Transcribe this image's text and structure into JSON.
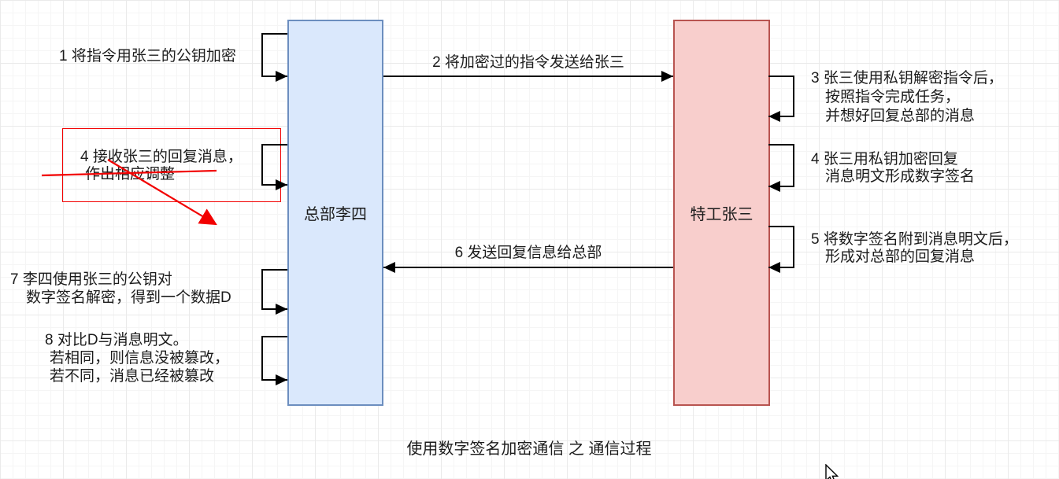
{
  "title": "使用数字签名加密通信 之 通信过程",
  "actors": {
    "left": {
      "label": "总部李四"
    },
    "right": {
      "label": "特工张三"
    }
  },
  "steps": {
    "step1": {
      "lines": [
        "1 将指令用张三的公钥加密"
      ]
    },
    "step2": {
      "label": "2 将加密过的指令发送给张三"
    },
    "step3": {
      "lines": [
        "3 张三使用私钥解密指令后，",
        "按照指令完成任务，",
        "并想好回复总部的消息"
      ]
    },
    "step4_right": {
      "lines": [
        "4 张三用私钥加密回复",
        "消息明文形成数字签名"
      ]
    },
    "step5": {
      "lines": [
        "5 将数字签名附到消息明文后，",
        "形成对总部的回复消息"
      ]
    },
    "step6": {
      "label": "6 发送回复信息给总部"
    },
    "step7": {
      "lines": [
        "7 李四使用张三的公钥对",
        "数字签名解密，得到一个数据D"
      ]
    },
    "step8": {
      "lines": [
        "8 对比D与消息明文。",
        "若相同，则信息没被篡改，",
        "若不同，消息已经被篡改"
      ]
    },
    "step4_crossed": {
      "lines": [
        "4 接收张三的回复消息，",
        "作出相应调整"
      ]
    }
  },
  "colors": {
    "actor_left_fill": "#dae8fc",
    "actor_left_border": "#6c8ebf",
    "actor_right_fill": "#f8cecc",
    "actor_right_border": "#b85450",
    "annotation_red": "#f20000",
    "line_black": "#000000"
  }
}
